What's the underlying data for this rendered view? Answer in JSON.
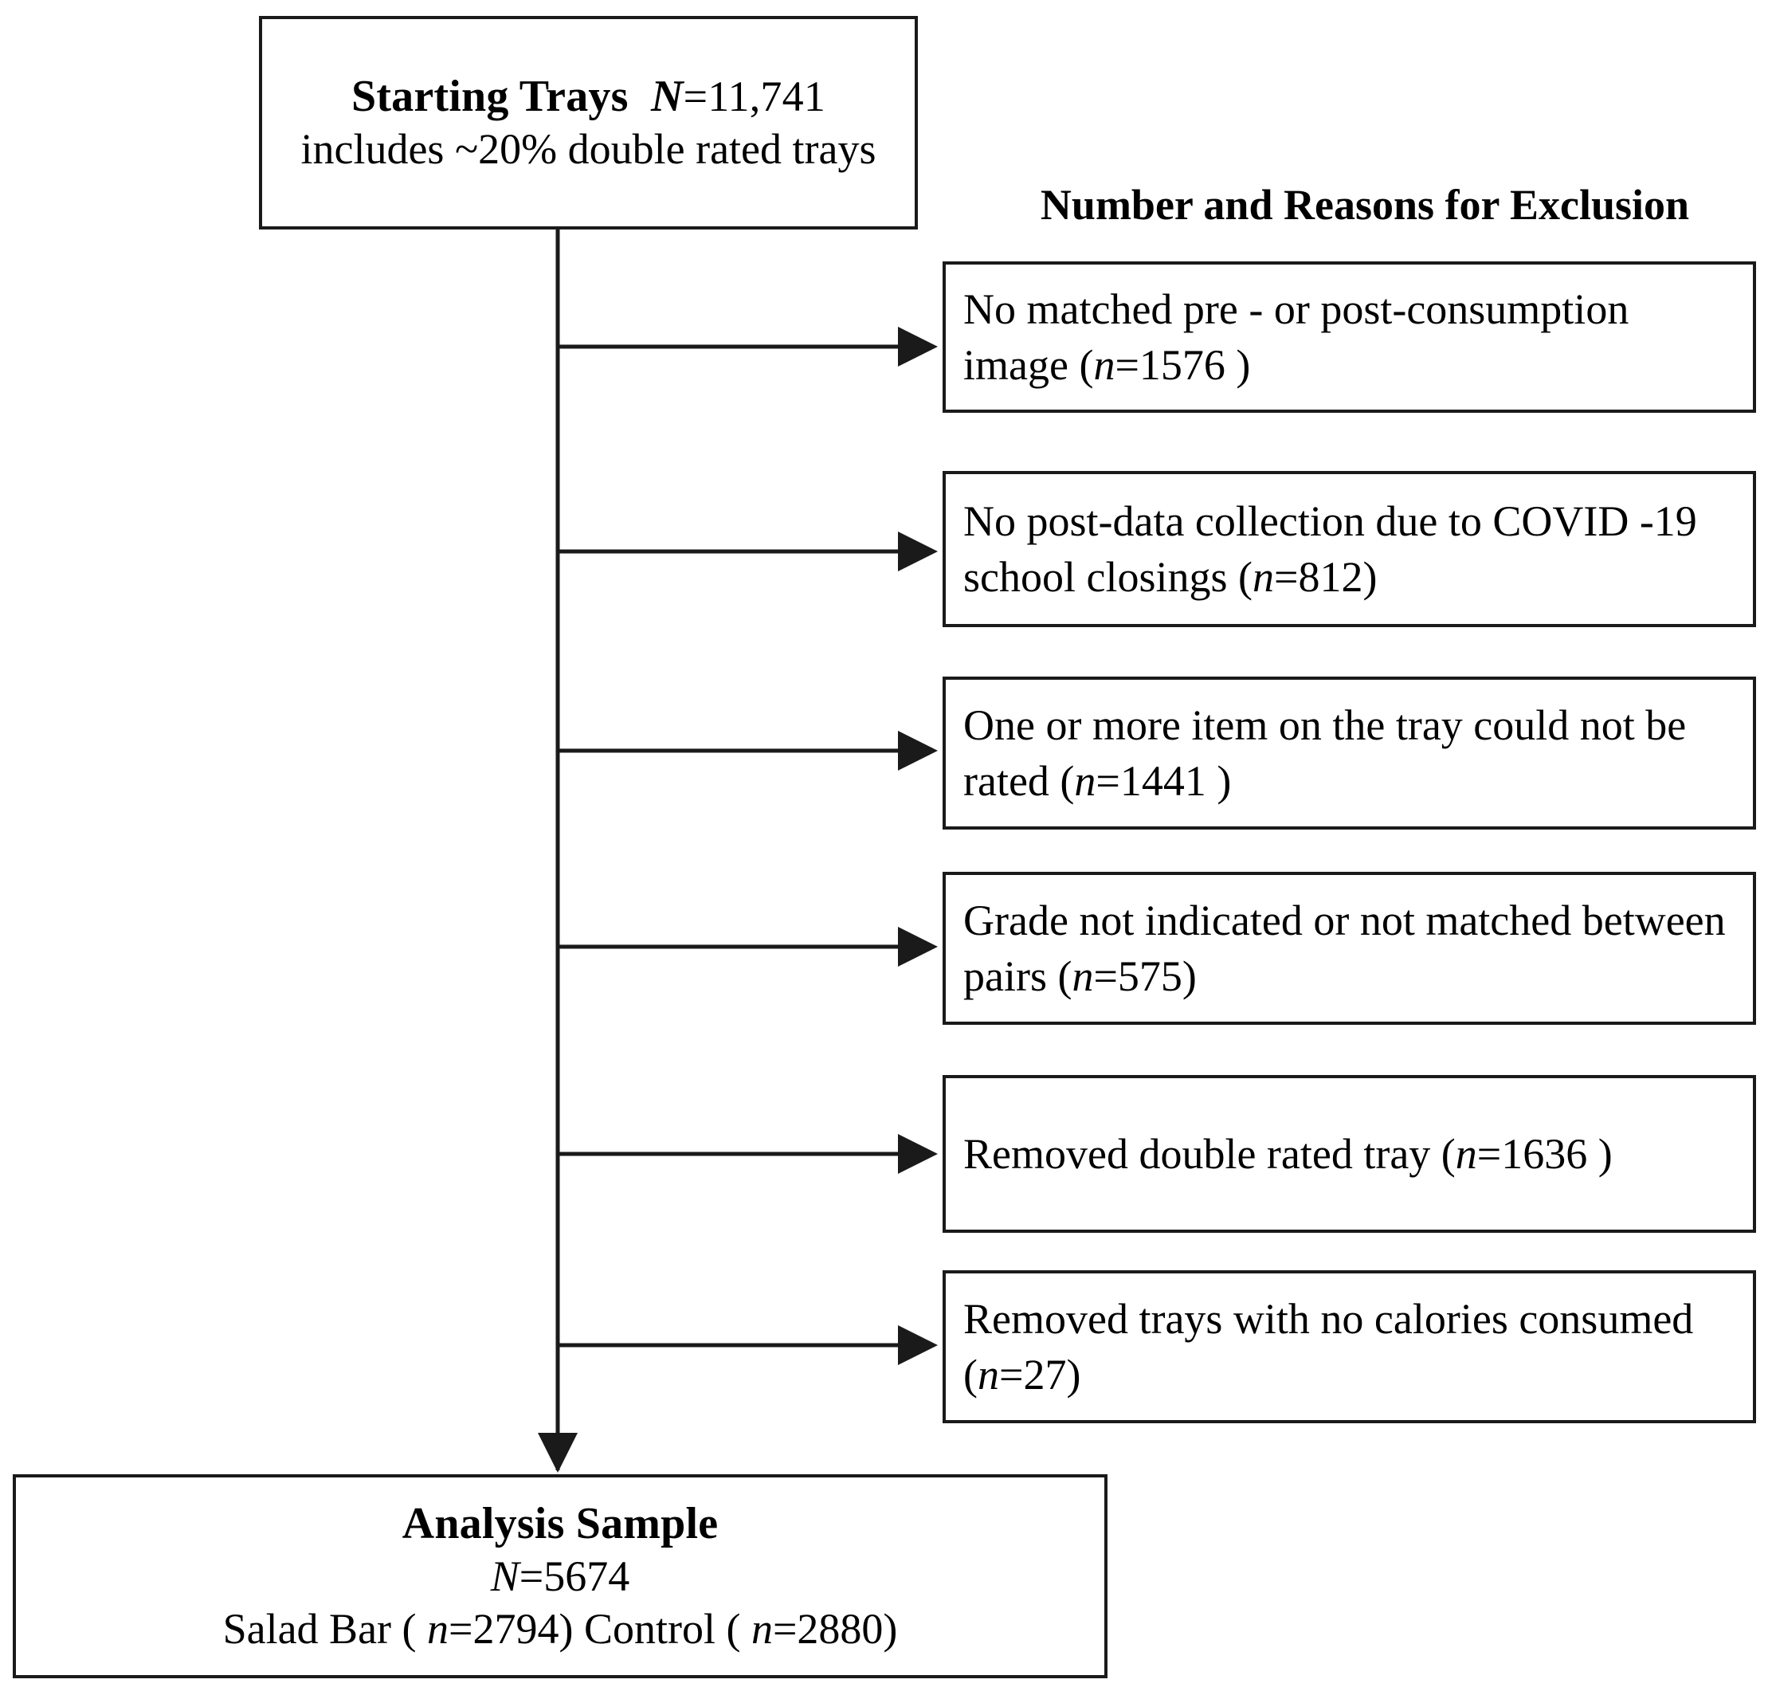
{
  "diagram": {
    "type": "participant-flow-chart",
    "start_node": {
      "title_label": "Starting Trays",
      "title_var": "N",
      "title_value": "=11,741",
      "subtitle": "includes ~20% double rated trays"
    },
    "exclusions_header": "Number and Reasons for Exclusion",
    "exclusions": [
      {
        "text_before": "No matched pre - or post-consumption image (",
        "var": "n",
        "value": "=1576",
        "text_after": " )",
        "full_text": "No matched pre - or post-consumption image ( n=1576 )",
        "n": 1576
      },
      {
        "text_before": "No post-data collection due to COVID -19 school closings (",
        "var": "n",
        "value": "=812",
        "text_after": ")",
        "full_text": "No post-data collection due to COVID -19 school closings (n=812)",
        "n": 812
      },
      {
        "text_before": "One or more item on the tray could not be rated (",
        "var": "n",
        "value": "=1441",
        "text_after": " )",
        "full_text": "One or more item on the tray could not be rated (n=1441 )",
        "n": 1441
      },
      {
        "text_before": "Grade not indicated or not matched between pairs (",
        "var": "n",
        "value": "=575",
        "text_after": ")",
        "full_text": "Grade not indicated or not matched between pairs (n=575)",
        "n": 575
      },
      {
        "text_before": "Removed double rated tray (",
        "var": "n",
        "value": "=1636",
        "text_after": " )",
        "full_text": "Removed double rated tray (n=1636 )",
        "n": 1636
      },
      {
        "text_before": "Removed trays with no calories consumed (",
        "var": "n",
        "value": "=27",
        "text_after": ")",
        "full_text": "Removed trays with no calories consumed (n=27)",
        "n": 27
      }
    ],
    "end_node": {
      "title": "Analysis Sample",
      "total_var": "N",
      "total_value": "=5674",
      "group_a_label": "Salad Bar (",
      "group_a_var": "n",
      "group_a_value": "=2794",
      "group_a_close": ")",
      "group_b_label": "Control (",
      "group_b_var": "n",
      "group_b_value": "=2880",
      "group_b_close": ")",
      "total_n": 5674,
      "salad_bar_n": 2794,
      "control_n": 2880
    },
    "colors": {
      "stroke": "#1a1a1a",
      "background": "#ffffff",
      "text": "#000000"
    }
  }
}
